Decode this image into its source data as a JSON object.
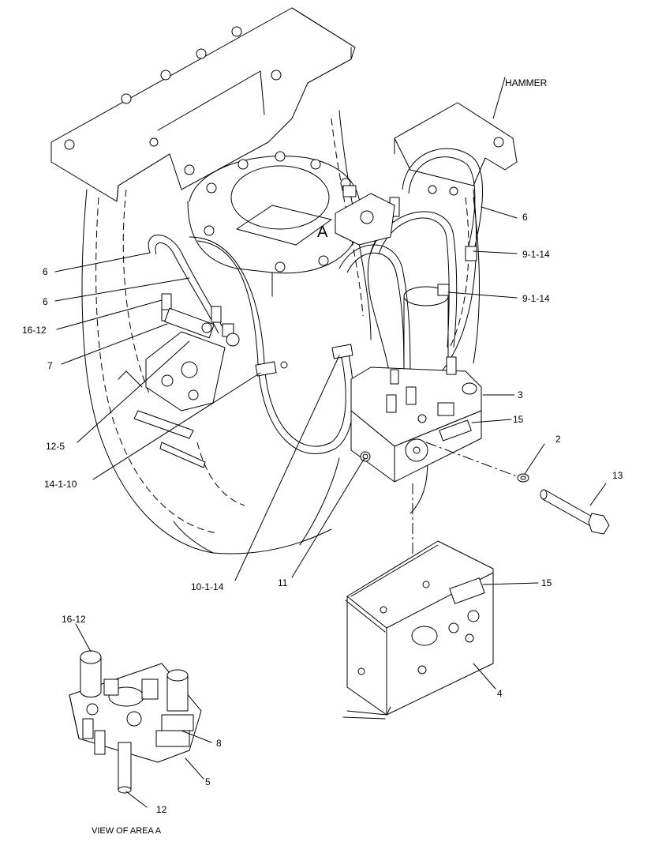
{
  "labels": {
    "hammer": "HAMMER",
    "area_a": "A",
    "view_of_area_a": "VIEW OF AREA A",
    "callouts": {
      "c6_right": "6",
      "c9_1_14_top": "9-1-14",
      "c9_1_14_mid": "9-1-14",
      "c6_left_top": "6",
      "c6_left_bottom": "6",
      "c16_12_main": "16-12",
      "c7": "7",
      "c12_5": "12-5",
      "c14_1_10": "14-1-10",
      "c10_1_14": "10-1-14",
      "c11": "11",
      "c3": "3",
      "c15_valve": "15",
      "c2": "2",
      "c13": "13",
      "c15_bracket": "15",
      "c4": "4",
      "c16_12_detail": "16-12",
      "c8": "8",
      "c5": "5",
      "c12": "12"
    }
  }
}
